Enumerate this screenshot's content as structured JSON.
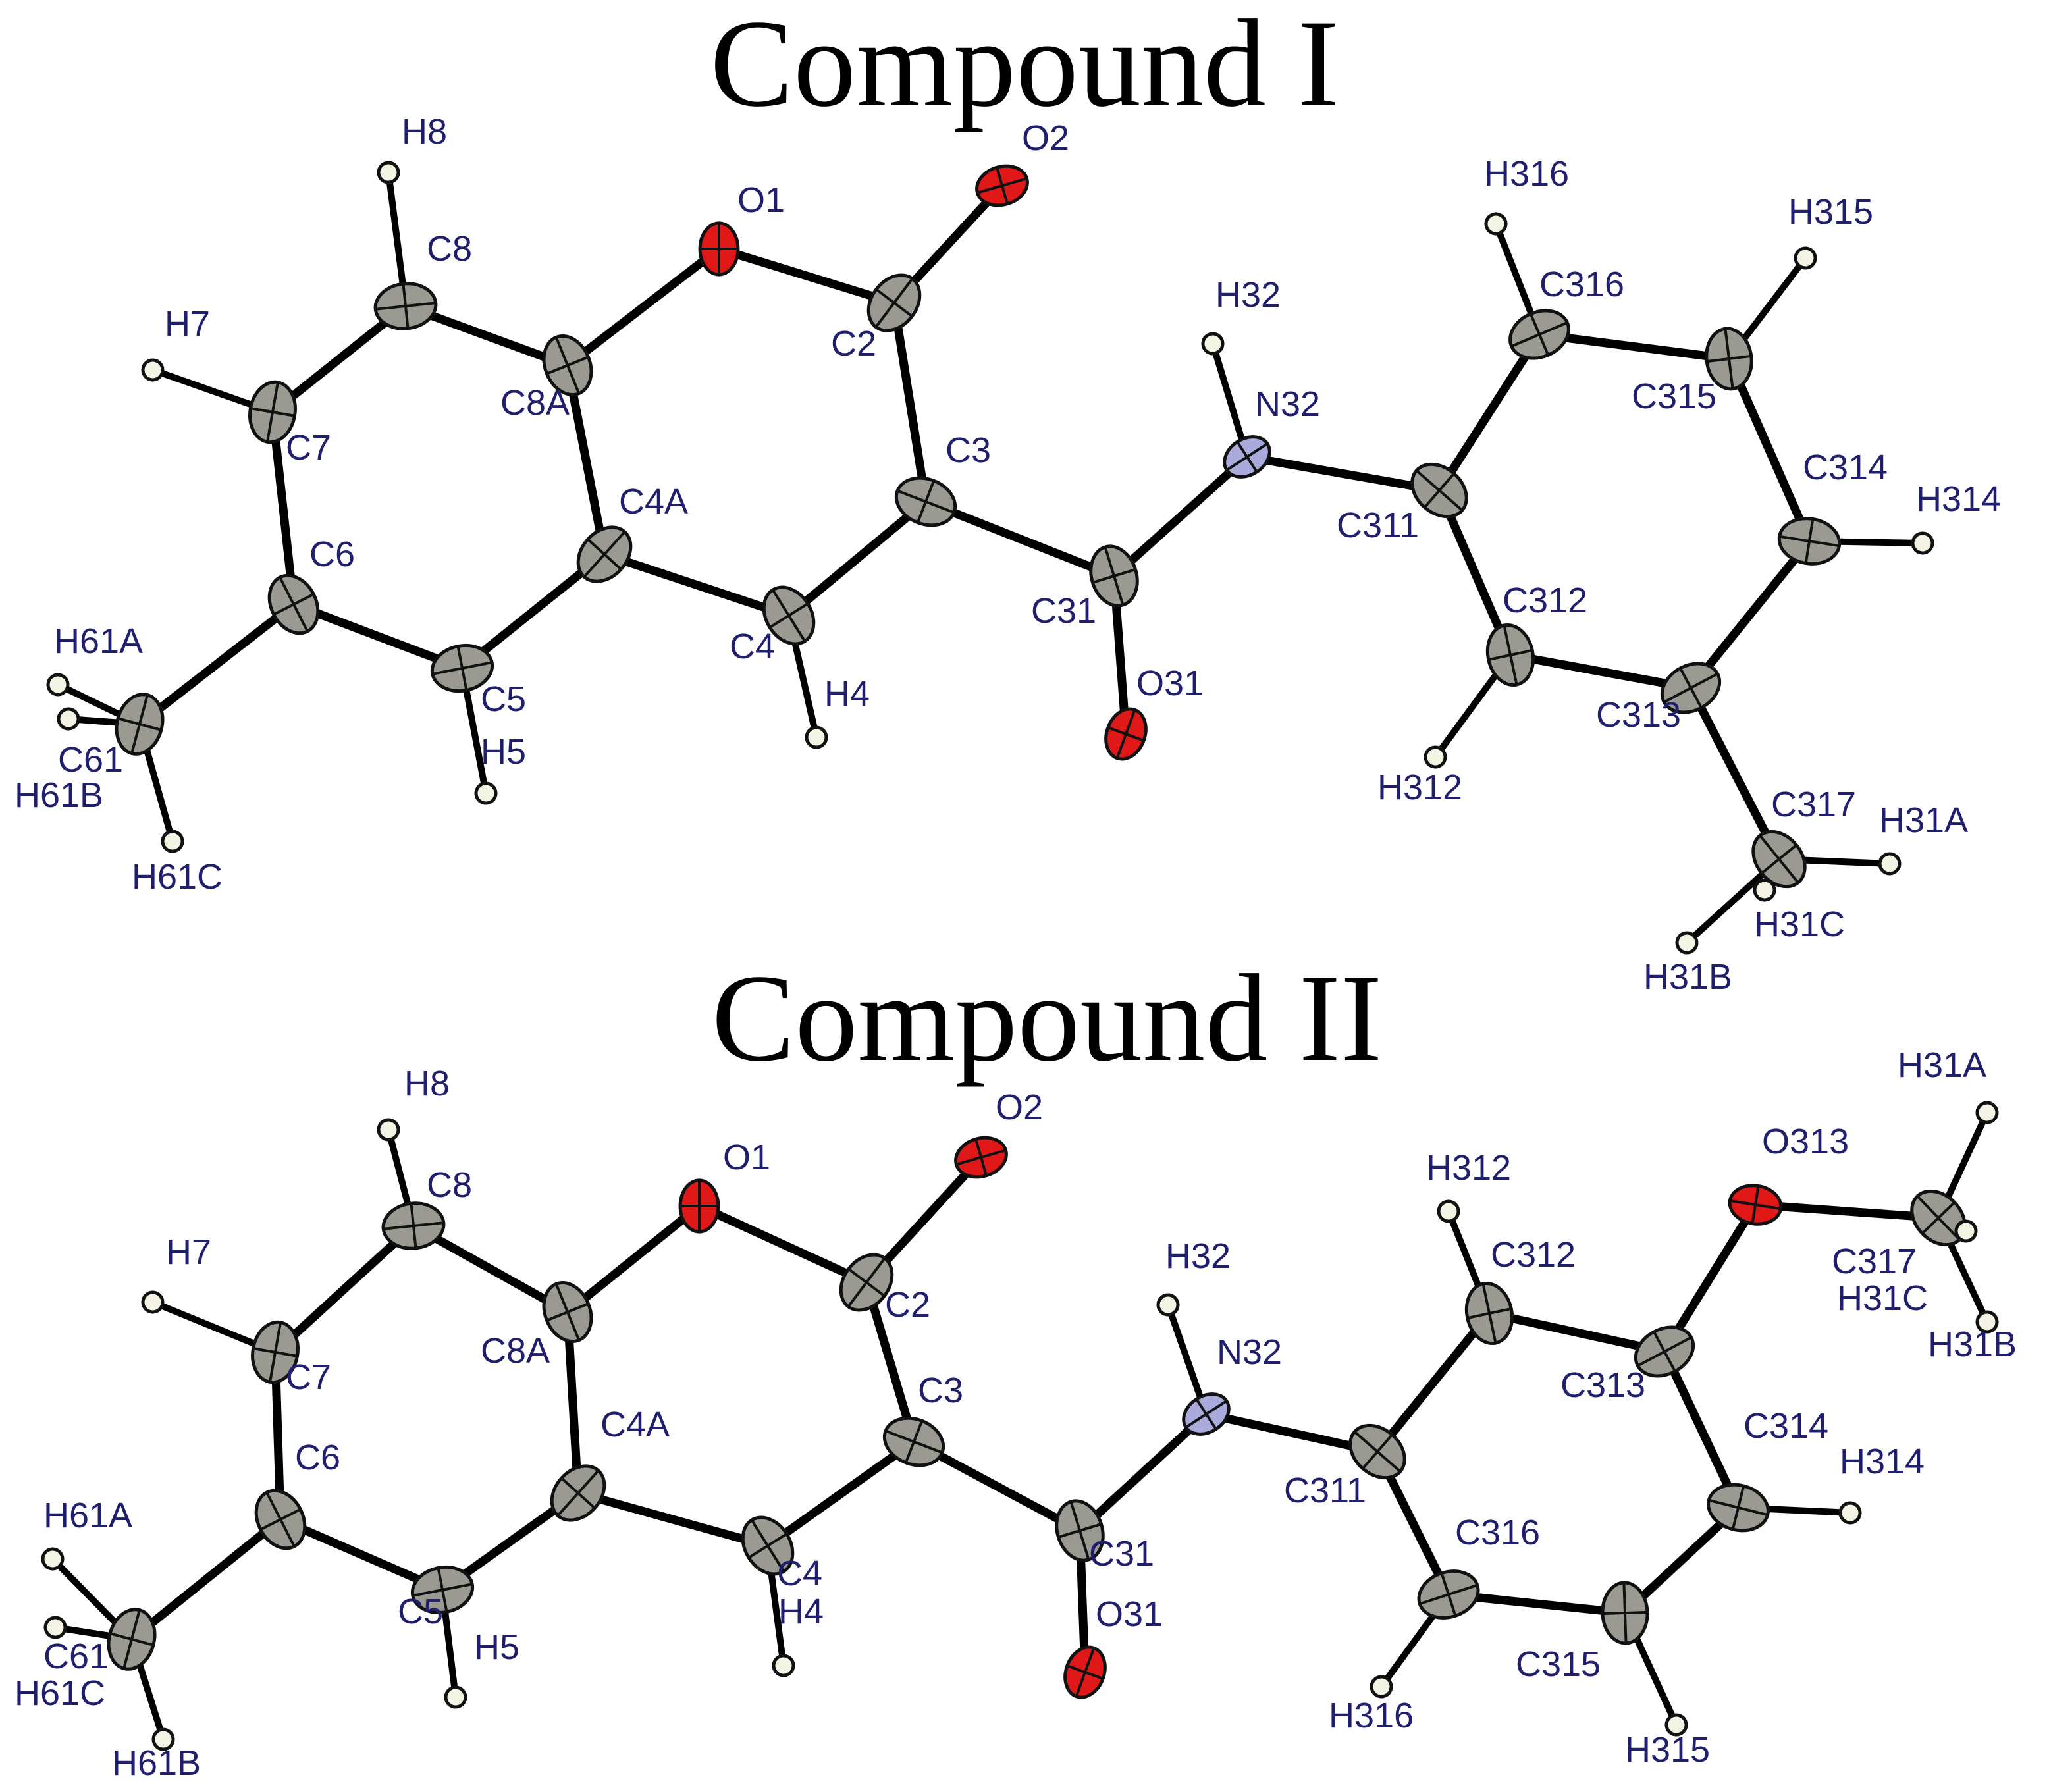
{
  "colors": {
    "carbon": "#9a9a92",
    "oxygen": "#e01818",
    "nitrogen": "#aaaadd",
    "hydrogen": "#f4f4e4",
    "bond": "#000000",
    "label": "#1f1f6e",
    "title": "#000000"
  },
  "molecules": [
    {
      "title": "Compound I",
      "atoms": [
        {
          "id": "O1",
          "el": "O"
        },
        {
          "id": "C2",
          "el": "C"
        },
        {
          "id": "O2",
          "el": "O"
        },
        {
          "id": "C3",
          "el": "C"
        },
        {
          "id": "C4",
          "el": "C"
        },
        {
          "id": "H4",
          "el": "H"
        },
        {
          "id": "C4A",
          "el": "C"
        },
        {
          "id": "C5",
          "el": "C"
        },
        {
          "id": "H5",
          "el": "H"
        },
        {
          "id": "C6",
          "el": "C"
        },
        {
          "id": "C7",
          "el": "C"
        },
        {
          "id": "H7",
          "el": "H"
        },
        {
          "id": "C8",
          "el": "C"
        },
        {
          "id": "H8",
          "el": "H"
        },
        {
          "id": "C8A",
          "el": "C"
        },
        {
          "id": "C61",
          "el": "C"
        },
        {
          "id": "H61A",
          "el": "H"
        },
        {
          "id": "H61B",
          "el": "H"
        },
        {
          "id": "H61C",
          "el": "H"
        },
        {
          "id": "C31",
          "el": "C"
        },
        {
          "id": "O31",
          "el": "O"
        },
        {
          "id": "N32",
          "el": "N"
        },
        {
          "id": "H32",
          "el": "H"
        },
        {
          "id": "C311",
          "el": "C"
        },
        {
          "id": "C312",
          "el": "C"
        },
        {
          "id": "H312",
          "el": "H"
        },
        {
          "id": "C313",
          "el": "C"
        },
        {
          "id": "C314",
          "el": "C"
        },
        {
          "id": "H314",
          "el": "H"
        },
        {
          "id": "C315",
          "el": "C"
        },
        {
          "id": "H315",
          "el": "H"
        },
        {
          "id": "C316",
          "el": "C"
        },
        {
          "id": "H316",
          "el": "H"
        },
        {
          "id": "C317",
          "el": "C"
        },
        {
          "id": "H31A",
          "el": "H"
        },
        {
          "id": "H31B",
          "el": "H"
        },
        {
          "id": "H31C",
          "el": "H"
        }
      ],
      "bonds": [
        [
          "O1",
          "C2"
        ],
        [
          "C2",
          "O2"
        ],
        [
          "C2",
          "C3"
        ],
        [
          "C3",
          "C4"
        ],
        [
          "C4",
          "H4"
        ],
        [
          "C4",
          "C4A"
        ],
        [
          "C4A",
          "C5"
        ],
        [
          "C5",
          "H5"
        ],
        [
          "C5",
          "C6"
        ],
        [
          "C6",
          "C7"
        ],
        [
          "C7",
          "H7"
        ],
        [
          "C7",
          "C8"
        ],
        [
          "C8",
          "H8"
        ],
        [
          "C8",
          "C8A"
        ],
        [
          "C8A",
          "O1"
        ],
        [
          "C8A",
          "C4A"
        ],
        [
          "C6",
          "C61"
        ],
        [
          "C61",
          "H61A"
        ],
        [
          "C61",
          "H61B"
        ],
        [
          "C61",
          "H61C"
        ],
        [
          "C3",
          "C31"
        ],
        [
          "C31",
          "O31"
        ],
        [
          "C31",
          "N32"
        ],
        [
          "N32",
          "H32"
        ],
        [
          "N32",
          "C311"
        ],
        [
          "C311",
          "C312"
        ],
        [
          "C311",
          "C316"
        ],
        [
          "C312",
          "H312"
        ],
        [
          "C312",
          "C313"
        ],
        [
          "C313",
          "C314"
        ],
        [
          "C313",
          "C317"
        ],
        [
          "C314",
          "H314"
        ],
        [
          "C314",
          "C315"
        ],
        [
          "C315",
          "H315"
        ],
        [
          "C315",
          "C316"
        ],
        [
          "C316",
          "H316"
        ],
        [
          "C317",
          "H31A"
        ],
        [
          "C317",
          "H31B"
        ],
        [
          "C317",
          "H31C"
        ]
      ]
    },
    {
      "title": "Compound II",
      "atoms": [
        {
          "id": "O1",
          "el": "O"
        },
        {
          "id": "C2",
          "el": "C"
        },
        {
          "id": "O2",
          "el": "O"
        },
        {
          "id": "C3",
          "el": "C"
        },
        {
          "id": "C4",
          "el": "C"
        },
        {
          "id": "H4",
          "el": "H"
        },
        {
          "id": "C4A",
          "el": "C"
        },
        {
          "id": "C5",
          "el": "C"
        },
        {
          "id": "H5",
          "el": "H"
        },
        {
          "id": "C6",
          "el": "C"
        },
        {
          "id": "C7",
          "el": "C"
        },
        {
          "id": "H7",
          "el": "H"
        },
        {
          "id": "C8",
          "el": "C"
        },
        {
          "id": "H8",
          "el": "H"
        },
        {
          "id": "C8A",
          "el": "C"
        },
        {
          "id": "C61",
          "el": "C"
        },
        {
          "id": "H61A",
          "el": "H"
        },
        {
          "id": "H61B",
          "el": "H"
        },
        {
          "id": "H61C",
          "el": "H"
        },
        {
          "id": "C31",
          "el": "C"
        },
        {
          "id": "O31",
          "el": "O"
        },
        {
          "id": "N32",
          "el": "N"
        },
        {
          "id": "H32",
          "el": "H"
        },
        {
          "id": "C311",
          "el": "C"
        },
        {
          "id": "C312",
          "el": "C"
        },
        {
          "id": "H312",
          "el": "H"
        },
        {
          "id": "C313",
          "el": "C"
        },
        {
          "id": "O313",
          "el": "O"
        },
        {
          "id": "C317",
          "el": "C"
        },
        {
          "id": "H31A",
          "el": "H"
        },
        {
          "id": "H31B",
          "el": "H"
        },
        {
          "id": "H31C",
          "el": "H"
        },
        {
          "id": "C314",
          "el": "C"
        },
        {
          "id": "H314",
          "el": "H"
        },
        {
          "id": "C315",
          "el": "C"
        },
        {
          "id": "H315",
          "el": "H"
        },
        {
          "id": "C316",
          "el": "C"
        },
        {
          "id": "H316",
          "el": "H"
        }
      ],
      "bonds": [
        [
          "O1",
          "C2"
        ],
        [
          "C2",
          "O2"
        ],
        [
          "C2",
          "C3"
        ],
        [
          "C3",
          "C4"
        ],
        [
          "C4",
          "H4"
        ],
        [
          "C4",
          "C4A"
        ],
        [
          "C4A",
          "C5"
        ],
        [
          "C5",
          "H5"
        ],
        [
          "C5",
          "C6"
        ],
        [
          "C6",
          "C7"
        ],
        [
          "C7",
          "H7"
        ],
        [
          "C7",
          "C8"
        ],
        [
          "C8",
          "H8"
        ],
        [
          "C8",
          "C8A"
        ],
        [
          "C8A",
          "O1"
        ],
        [
          "C8A",
          "C4A"
        ],
        [
          "C6",
          "C61"
        ],
        [
          "C61",
          "H61A"
        ],
        [
          "C61",
          "H61B"
        ],
        [
          "C61",
          "H61C"
        ],
        [
          "C3",
          "C31"
        ],
        [
          "C31",
          "O31"
        ],
        [
          "C31",
          "N32"
        ],
        [
          "N32",
          "H32"
        ],
        [
          "N32",
          "C311"
        ],
        [
          "C311",
          "C312"
        ],
        [
          "C311",
          "C316"
        ],
        [
          "C312",
          "H312"
        ],
        [
          "C312",
          "C313"
        ],
        [
          "C313",
          "O313"
        ],
        [
          "O313",
          "C317"
        ],
        [
          "C317",
          "H31A"
        ],
        [
          "C317",
          "H31B"
        ],
        [
          "C317",
          "H31C"
        ],
        [
          "C313",
          "C314"
        ],
        [
          "C314",
          "H314"
        ],
        [
          "C314",
          "C315"
        ],
        [
          "C315",
          "H315"
        ],
        [
          "C315",
          "C316"
        ],
        [
          "C316",
          "H316"
        ]
      ]
    }
  ]
}
